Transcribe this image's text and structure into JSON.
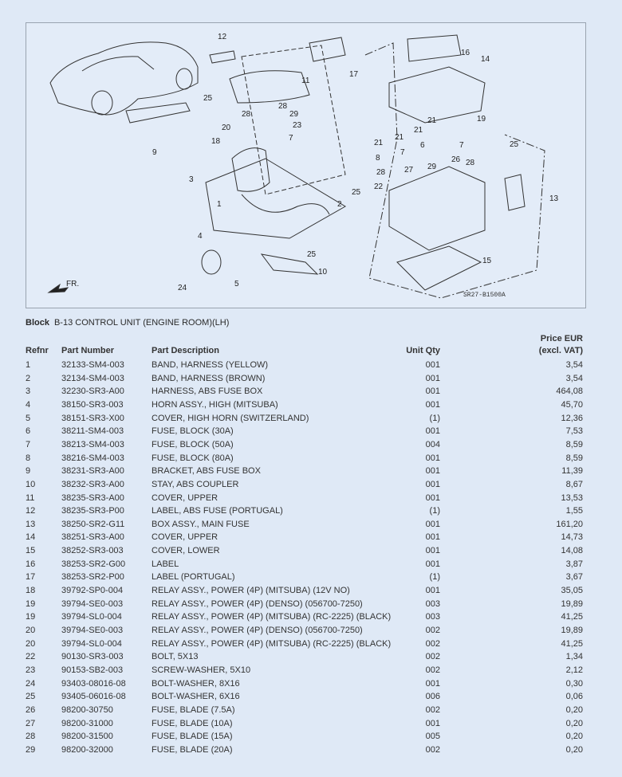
{
  "diagram": {
    "code": "SR27-B1500A",
    "front_label": "FR.",
    "callouts": [
      "12",
      "11",
      "17",
      "16",
      "14",
      "25",
      "28",
      "28",
      "29",
      "23",
      "20",
      "7",
      "18",
      "9",
      "3",
      "1",
      "4",
      "5",
      "24",
      "25",
      "10",
      "2",
      "25",
      "19",
      "21",
      "21",
      "21",
      "21",
      "6",
      "7",
      "8",
      "7",
      "28",
      "27",
      "29",
      "26",
      "28",
      "22",
      "25",
      "13",
      "15"
    ]
  },
  "block": {
    "label": "Block",
    "title": "B-13 CONTROL UNIT (ENGINE ROOM)(LH)"
  },
  "headers": {
    "refnr": "Refnr",
    "part_number": "Part Number",
    "description": "Part Description",
    "qty": "Unit Qty",
    "price_line1": "Price EUR",
    "price_line2": "(excl. VAT)"
  },
  "rows": [
    {
      "ref": "1",
      "pn": "32133-SM4-003",
      "desc": "BAND, HARNESS (YELLOW)",
      "qty": "001",
      "price": "3,54"
    },
    {
      "ref": "2",
      "pn": "32134-SM4-003",
      "desc": "BAND, HARNESS (BROWN)",
      "qty": "001",
      "price": "3,54"
    },
    {
      "ref": "3",
      "pn": "32230-SR3-A00",
      "desc": "HARNESS, ABS FUSE BOX",
      "qty": "001",
      "price": "464,08"
    },
    {
      "ref": "4",
      "pn": "38150-SR3-003",
      "desc": "HORN ASSY., HIGH (MITSUBA)",
      "qty": "001",
      "price": "45,70"
    },
    {
      "ref": "5",
      "pn": "38151-SR3-X00",
      "desc": "COVER, HIGH HORN (SWITZERLAND)",
      "qty": "(1)",
      "price": "12,36"
    },
    {
      "ref": "6",
      "pn": "38211-SM4-003",
      "desc": "FUSE, BLOCK (30A)",
      "qty": "001",
      "price": "7,53"
    },
    {
      "ref": "7",
      "pn": "38213-SM4-003",
      "desc": "FUSE, BLOCK (50A)",
      "qty": "004",
      "price": "8,59"
    },
    {
      "ref": "8",
      "pn": "38216-SM4-003",
      "desc": "FUSE, BLOCK (80A)",
      "qty": "001",
      "price": "8,59"
    },
    {
      "ref": "9",
      "pn": "38231-SR3-A00",
      "desc": "BRACKET, ABS FUSE BOX",
      "qty": "001",
      "price": "11,39"
    },
    {
      "ref": "10",
      "pn": "38232-SR3-A00",
      "desc": "STAY, ABS COUPLER",
      "qty": "001",
      "price": "8,67"
    },
    {
      "ref": "11",
      "pn": "38235-SR3-A00",
      "desc": "COVER, UPPER",
      "qty": "001",
      "price": "13,53"
    },
    {
      "ref": "12",
      "pn": "38235-SR3-P00",
      "desc": "LABEL, ABS FUSE (PORTUGAL)",
      "qty": "(1)",
      "price": "1,55"
    },
    {
      "ref": "13",
      "pn": "38250-SR2-G11",
      "desc": "BOX ASSY., MAIN FUSE",
      "qty": "001",
      "price": "161,20"
    },
    {
      "ref": "14",
      "pn": "38251-SR3-A00",
      "desc": "COVER, UPPER",
      "qty": "001",
      "price": "14,73"
    },
    {
      "ref": "15",
      "pn": "38252-SR3-003",
      "desc": "COVER, LOWER",
      "qty": "001",
      "price": "14,08"
    },
    {
      "ref": "16",
      "pn": "38253-SR2-G00",
      "desc": "LABEL",
      "qty": "001",
      "price": "3,87"
    },
    {
      "ref": "17",
      "pn": "38253-SR2-P00",
      "desc": "LABEL (PORTUGAL)",
      "qty": "(1)",
      "price": "3,67"
    },
    {
      "ref": "18",
      "pn": "39792-SP0-004",
      "desc": "RELAY ASSY., POWER (4P) (MITSUBA) (12V NO)",
      "qty": "001",
      "price": "35,05"
    },
    {
      "ref": "19",
      "pn": "39794-SE0-003",
      "desc": "RELAY ASSY., POWER (4P) (DENSO)  (056700-7250)",
      "qty": "003",
      "price": "19,89"
    },
    {
      "ref": "19",
      "pn": "39794-SL0-004",
      "desc": "RELAY ASSY., POWER (4P) (MITSUBA) (RC-2225) (BLACK)",
      "qty": "003",
      "price": "41,25"
    },
    {
      "ref": "20",
      "pn": "39794-SE0-003",
      "desc": "RELAY ASSY., POWER (4P) (DENSO)  (056700-7250)",
      "qty": "002",
      "price": "19,89"
    },
    {
      "ref": "20",
      "pn": "39794-SL0-004",
      "desc": "RELAY ASSY., POWER (4P) (MITSUBA) (RC-2225) (BLACK)",
      "qty": "002",
      "price": "41,25"
    },
    {
      "ref": "22",
      "pn": "90130-SR3-003",
      "desc": "BOLT, 5X13",
      "qty": "002",
      "price": "1,34"
    },
    {
      "ref": "23",
      "pn": "90153-SB2-003",
      "desc": "SCREW-WASHER, 5X10",
      "qty": "002",
      "price": "2,12"
    },
    {
      "ref": "24",
      "pn": "93403-08016-08",
      "desc": "BOLT-WASHER, 8X16",
      "qty": "001",
      "price": "0,30"
    },
    {
      "ref": "25",
      "pn": "93405-06016-08",
      "desc": "BOLT-WASHER, 6X16",
      "qty": "006",
      "price": "0,06"
    },
    {
      "ref": "26",
      "pn": "98200-30750",
      "desc": "FUSE, BLADE (7.5A)",
      "qty": "002",
      "price": "0,20"
    },
    {
      "ref": "27",
      "pn": "98200-31000",
      "desc": "FUSE, BLADE (10A)",
      "qty": "001",
      "price": "0,20"
    },
    {
      "ref": "28",
      "pn": "98200-31500",
      "desc": "FUSE, BLADE (15A)",
      "qty": "005",
      "price": "0,20"
    },
    {
      "ref": "29",
      "pn": "98200-32000",
      "desc": "FUSE, BLADE (20A)",
      "qty": "002",
      "price": "0,20"
    }
  ]
}
